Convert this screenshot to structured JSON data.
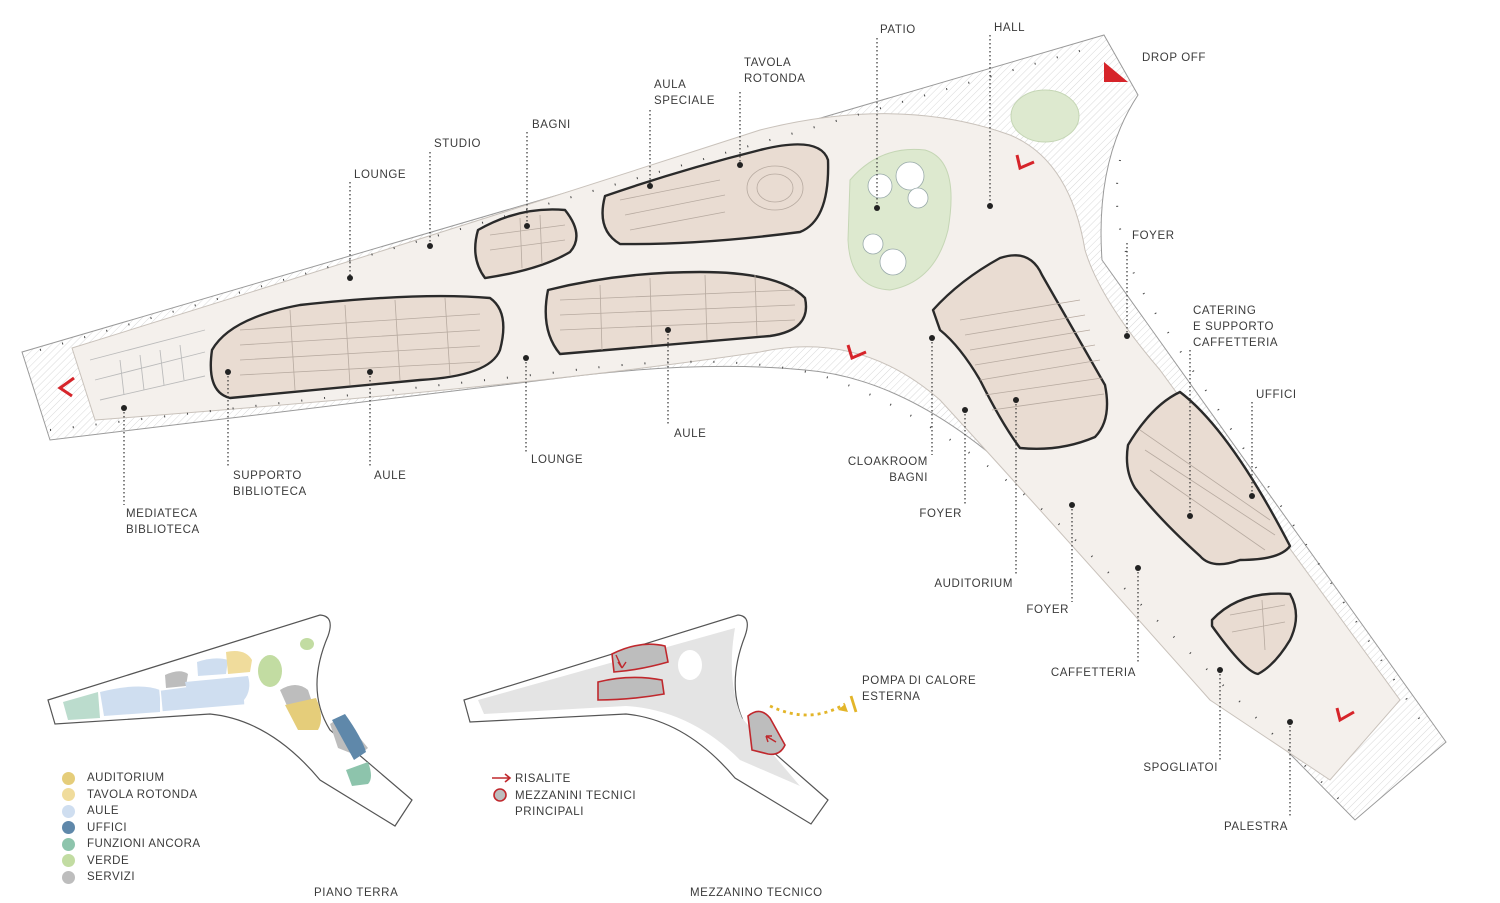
{
  "labels": {
    "patio": "PATIO",
    "hall": "HALL",
    "drop_off": "DROP OFF",
    "tavola_rotonda": "TAVOLA\nROTONDA",
    "aula_speciale": "AULA\nSPECIALE",
    "bagni": "BAGNI",
    "studio": "STUDIO",
    "lounge_top": "LOUNGE",
    "foyer_top": "FOYER",
    "catering": "CATERING\nE SUPPORTO\nCAFFETTERIA",
    "uffici": "UFFICI",
    "mediateca": "MEDIATECA\nBIBLIOTECA",
    "supporto_biblioteca": "SUPPORTO\nBIBLIOTECA",
    "aule_left": "AULE",
    "lounge_bottom": "LOUNGE",
    "aule_right": "AULE",
    "cloakroom": "CLOAKROOM\nBAGNI",
    "foyer_mid": "FOYER",
    "auditorium": "AUDITORIUM",
    "foyer_low": "FOYER",
    "caffetteria": "CAFFETTERIA",
    "spogliatoi": "SPOGLIATOI",
    "palestra": "PALESTRA",
    "pompa": "POMPA DI CALORE\nESTERNA"
  },
  "legend_functions": [
    {
      "label": "AUDITORIUM",
      "color": "#e5cd7a"
    },
    {
      "label": "TAVOLA ROTONDA",
      "color": "#f0dc9c"
    },
    {
      "label": "AULE",
      "color": "#cfdef0"
    },
    {
      "label": "UFFICI",
      "color": "#5f88aa"
    },
    {
      "label": "FUNZIONI ANCORA",
      "color": "#8dc4ac"
    },
    {
      "label": "VERDE",
      "color": "#c2dca2"
    },
    {
      "label": "SERVIZI",
      "color": "#bdbdbd"
    }
  ],
  "legend_mezzanine": {
    "risalite": "RISALITE",
    "mezzanini": "MEZZANINI TECNICI\nPRINCIPALI"
  },
  "captions": {
    "piano_terra": "PIANO TERRA",
    "mezzanino_tecnico": "MEZZANINO TECNICO"
  },
  "colors": {
    "floor": "#f4f0ec",
    "room_fill": "#e9dcd2",
    "accent_red": "#d6242a",
    "green": "#dde9cf",
    "outline": "#2a2a2a"
  }
}
